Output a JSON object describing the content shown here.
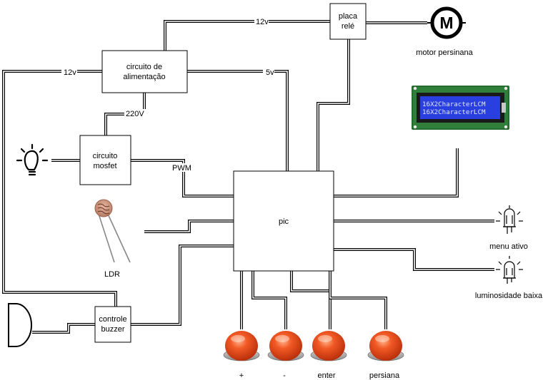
{
  "blocks": {
    "power_supply": [
      "circuito de",
      "alimentação"
    ],
    "relay_board": [
      "placa",
      "relé"
    ],
    "mosfet": [
      "circuito",
      "mosfet"
    ],
    "pic": "pic",
    "buzzer_control": [
      "controle",
      "buzzer"
    ]
  },
  "wire_labels": {
    "relay_12v": "12v",
    "left_12v": "12v",
    "pic_5v": "5v",
    "mosfet_220v": "220V",
    "pwm": "PWM"
  },
  "components": {
    "motor": {
      "symbol": "M",
      "label": "motor persinana"
    },
    "lcd": {
      "line1": "16X2CharacterLCM",
      "line2": "16X2CharacterLCM",
      "color": "#2a3fe0"
    },
    "ldr_label": "LDR",
    "led_menu": "menu ativo",
    "led_lum": "luminosidade baixa",
    "buttons": [
      "+",
      "-",
      "enter",
      "persiana"
    ],
    "button_color": "#e8431a"
  }
}
